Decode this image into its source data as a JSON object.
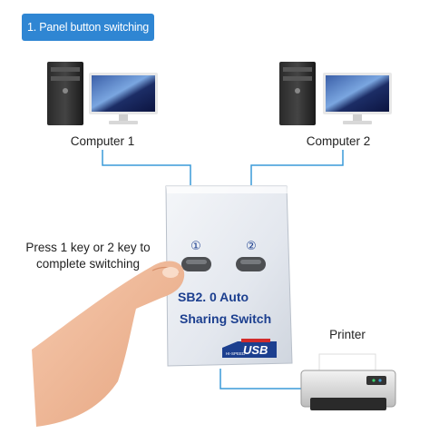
{
  "header": {
    "badge_text": "1. Panel button switching"
  },
  "labels": {
    "computer_1": "Computer 1",
    "computer_2": "Computer 2",
    "printer": "Printer",
    "instruction_line1": "Press 1 key or 2 key to",
    "instruction_line2": "complete switching"
  },
  "device": {
    "key_1_symbol": "①",
    "key_2_symbol": "②",
    "text_line1": "SB2. 0 Auto",
    "text_line2": "Sharing Switch",
    "usb_logo": "USB",
    "usb_small": "HI-SPEED"
  },
  "colors": {
    "badge": "#2f86d3",
    "cable": "#3a9ad9",
    "device_text": "#1c3f8f"
  }
}
